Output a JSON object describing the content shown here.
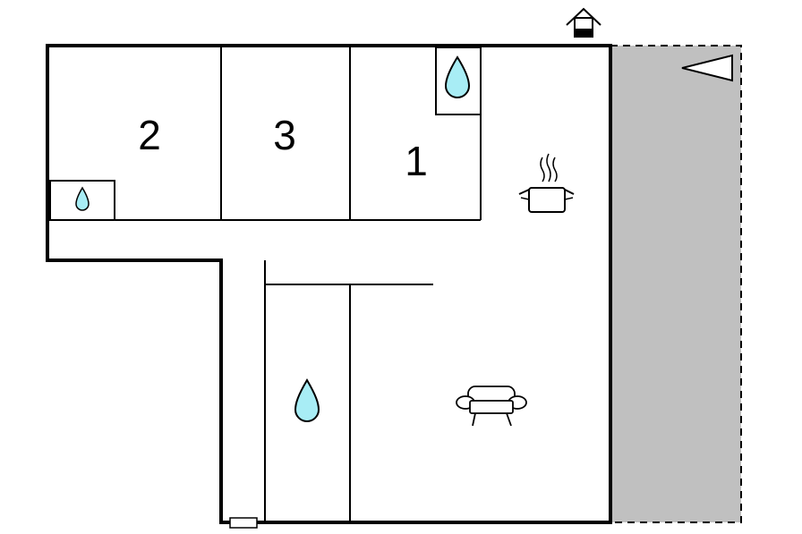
{
  "floorplan": {
    "rooms": [
      {
        "id": "room-2",
        "label": "2"
      },
      {
        "id": "room-3",
        "label": "3"
      },
      {
        "id": "room-1",
        "label": "1"
      }
    ],
    "icons": {
      "entrance": "house-entrance-icon",
      "water": "water-drop-icon",
      "kitchen": "cooking-pot-icon",
      "living": "sofa-icon",
      "terrace_pointer": "triangle-pointer-icon"
    },
    "colors": {
      "wall": "#000000",
      "terrace": "#c0c0c0",
      "water": "#a8edf5",
      "background": "#ffffff"
    }
  }
}
